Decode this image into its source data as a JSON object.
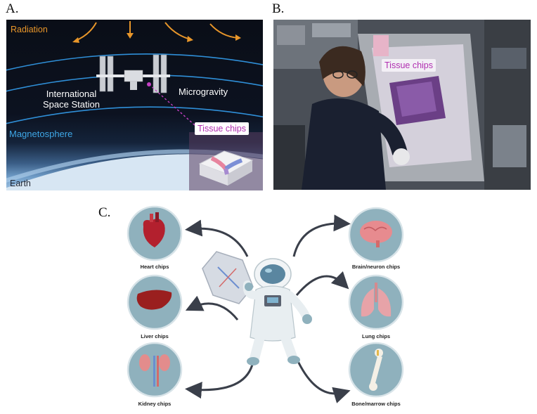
{
  "panels": {
    "a": {
      "label": "A.",
      "radiation": "Radiation",
      "iss_line1": "International",
      "iss_line2": "Space Station",
      "microgravity": "Microgravity",
      "magnetosphere": "Magnetosphere",
      "earth": "Earth",
      "tissue_chips": "Tissue chips"
    },
    "b": {
      "label": "B.",
      "tissue_chips": "Tissue chips"
    },
    "c": {
      "label": "C.",
      "organs": [
        {
          "label": "Heart chips",
          "icon": "heart-icon"
        },
        {
          "label": "Liver chips",
          "icon": "liver-icon"
        },
        {
          "label": "Kidney chips",
          "icon": "kidney-icon"
        },
        {
          "label": "Brain/neuron chips",
          "icon": "brain-icon"
        },
        {
          "label": "Lung chips",
          "icon": "lungs-icon"
        },
        {
          "label": "Bone/marrow chips",
          "icon": "bone-icon"
        }
      ]
    }
  },
  "colors": {
    "radiation": "#e8962a",
    "magnetosphere": "#3ea6e6",
    "tissue_chip_label": "#b02fb0",
    "organ_circle": "#8fb1bd"
  }
}
